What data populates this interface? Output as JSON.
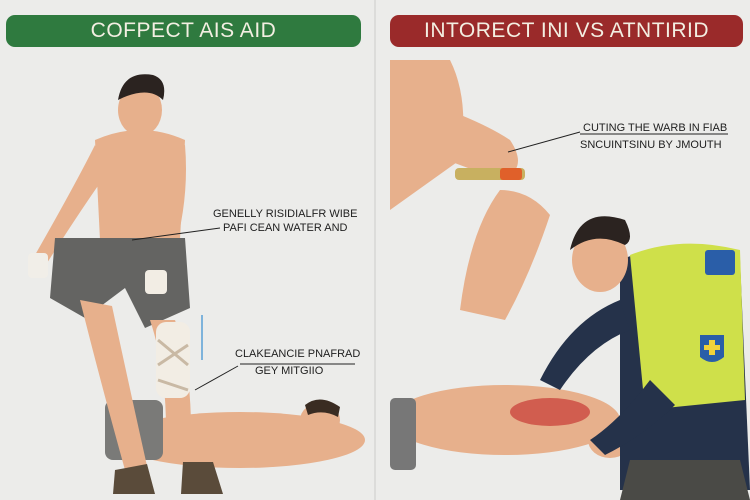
{
  "left_panel": {
    "title": "COFPECT AIS AID",
    "callout_1": {
      "line1": "GENELLY RISIDIALFR WIBE",
      "line2": "PAFI CEAN WATER AND"
    },
    "callout_2": {
      "line1": "CLAKEANCIE PNAFRAD",
      "line2": "GEY MITGIIO"
    },
    "accent": "#2f7a3f"
  },
  "right_panel": {
    "title": "INTORECT INI VS ATNTIRID",
    "callout_1": {
      "line1": "CUTING THE WARB IN FIAB",
      "line2": "SNCUINTSINU BY JMOUTH"
    },
    "accent": "#9a2a2a"
  }
}
